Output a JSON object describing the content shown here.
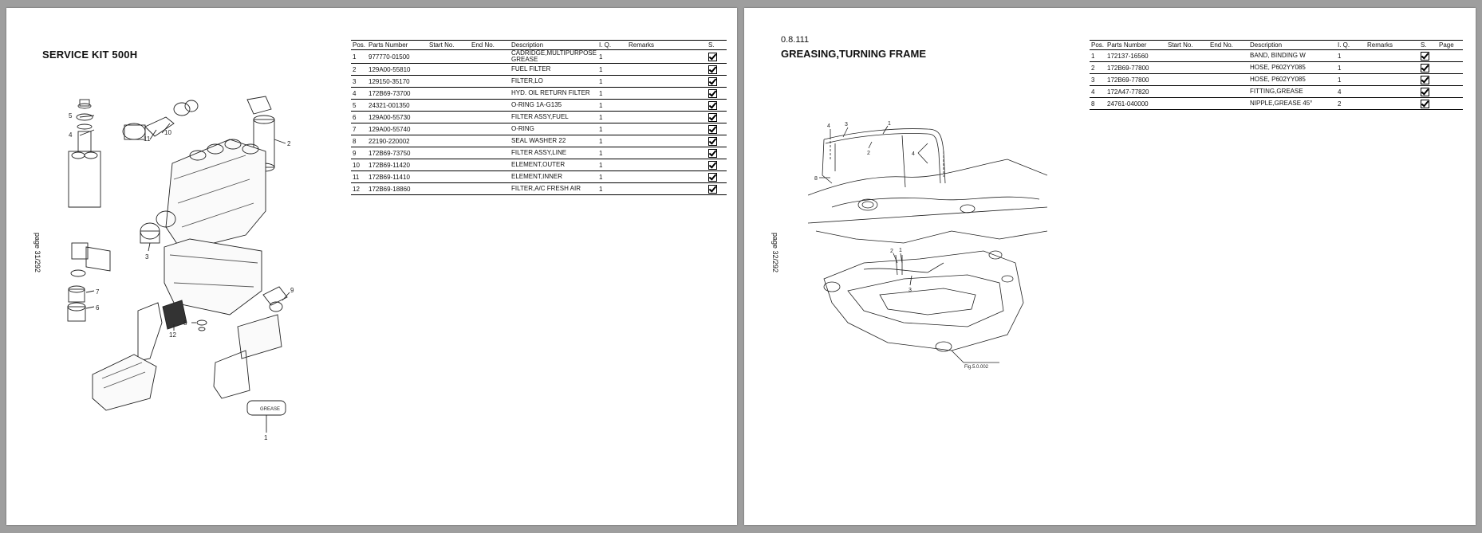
{
  "page1": {
    "title": "SERVICE KIT 500H",
    "page_label": "page 31/292",
    "columns": [
      "Pos.",
      "Parts Number",
      "Start No.",
      "End No.",
      "Description",
      "I. Q.",
      "Remarks",
      "S."
    ],
    "rows": [
      {
        "pos": "1",
        "part": "977770-01500",
        "desc": "CADRIDGE,MULTIPURPOSE GREASE",
        "qty": "1",
        "checked": true
      },
      {
        "pos": "2",
        "part": "129A00-55810",
        "desc": "FUEL FILTER",
        "qty": "1",
        "checked": true
      },
      {
        "pos": "3",
        "part": "129150-35170",
        "desc": "FILTER,LO",
        "qty": "1",
        "checked": true
      },
      {
        "pos": "4",
        "part": "172B69-73700",
        "desc": "HYD. OIL RETURN FILTER",
        "qty": "1",
        "checked": true
      },
      {
        "pos": "5",
        "part": "24321-001350",
        "desc": "O-RING 1A-G135",
        "qty": "1",
        "checked": true
      },
      {
        "pos": "6",
        "part": "129A00-55730",
        "desc": "FILTER ASSY,FUEL",
        "qty": "1",
        "checked": true
      },
      {
        "pos": "7",
        "part": "129A00-55740",
        "desc": "O-RING",
        "qty": "1",
        "checked": true
      },
      {
        "pos": "8",
        "part": "22190-220002",
        "desc": "SEAL WASHER 22",
        "qty": "1",
        "checked": true
      },
      {
        "pos": "9",
        "part": "172B69-73750",
        "desc": "FILTER ASSY,LINE",
        "qty": "1",
        "checked": true
      },
      {
        "pos": "10",
        "part": "172B69-11420",
        "desc": "ELEMENT,OUTER",
        "qty": "1",
        "checked": true
      },
      {
        "pos": "11",
        "part": "172B69-11410",
        "desc": "ELEMENT,INNER",
        "qty": "1",
        "checked": true
      },
      {
        "pos": "12",
        "part": "172B69-18860",
        "desc": "FILTER,A/C FRESH AIR",
        "qty": "1",
        "checked": true
      }
    ],
    "callouts": [
      "1",
      "2",
      "3",
      "4",
      "5",
      "6",
      "7",
      "8",
      "9",
      "10",
      "11",
      "12"
    ],
    "grease_label": "GREASE"
  },
  "page2": {
    "section_no": "0.8.111",
    "title": "GREASING,TURNING FRAME",
    "page_label": "page 32/292",
    "columns": [
      "Pos.",
      "Parts Number",
      "Start No.",
      "End No.",
      "Description",
      "I. Q.",
      "Remarks",
      "S.",
      "Page"
    ],
    "rows": [
      {
        "pos": "1",
        "part": "172137-16560",
        "desc": "BAND, BINDING W",
        "qty": "1",
        "checked": true
      },
      {
        "pos": "2",
        "part": "172B69-77800",
        "desc": "HOSE, P602YY085",
        "qty": "1",
        "checked": true
      },
      {
        "pos": "3",
        "part": "172B69-77800",
        "desc": "HOSE, P602YY085",
        "qty": "1",
        "checked": true
      },
      {
        "pos": "4",
        "part": "172A47-77820",
        "desc": "FITTING,GREASE",
        "qty": "4",
        "checked": true
      },
      {
        "pos": "8",
        "part": "24761-040000",
        "desc": "NIPPLE,GREASE 45°",
        "qty": "2",
        "checked": true
      }
    ],
    "fig_label": "Fig.5.0.002",
    "callouts": [
      "1",
      "2",
      "3",
      "4",
      "8"
    ]
  }
}
